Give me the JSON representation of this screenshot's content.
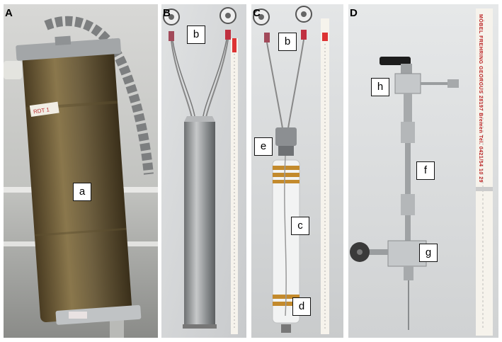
{
  "panels": {
    "a": {
      "letter": "A",
      "labels": {
        "a": "a"
      },
      "tag": "RDT 1"
    },
    "b": {
      "letter": "B",
      "labels": {
        "b": "b"
      }
    },
    "c": {
      "letter": "C",
      "labels": {
        "b": "b",
        "e": "e",
        "c": "c",
        "d": "d"
      }
    },
    "d": {
      "letter": "D",
      "labels": {
        "h": "h",
        "f": "f",
        "g": "g"
      },
      "ruler_text": "MÖBEL FREHRING GEORGUS 28197 Bremen Tel. 0421/54 10 29"
    }
  }
}
